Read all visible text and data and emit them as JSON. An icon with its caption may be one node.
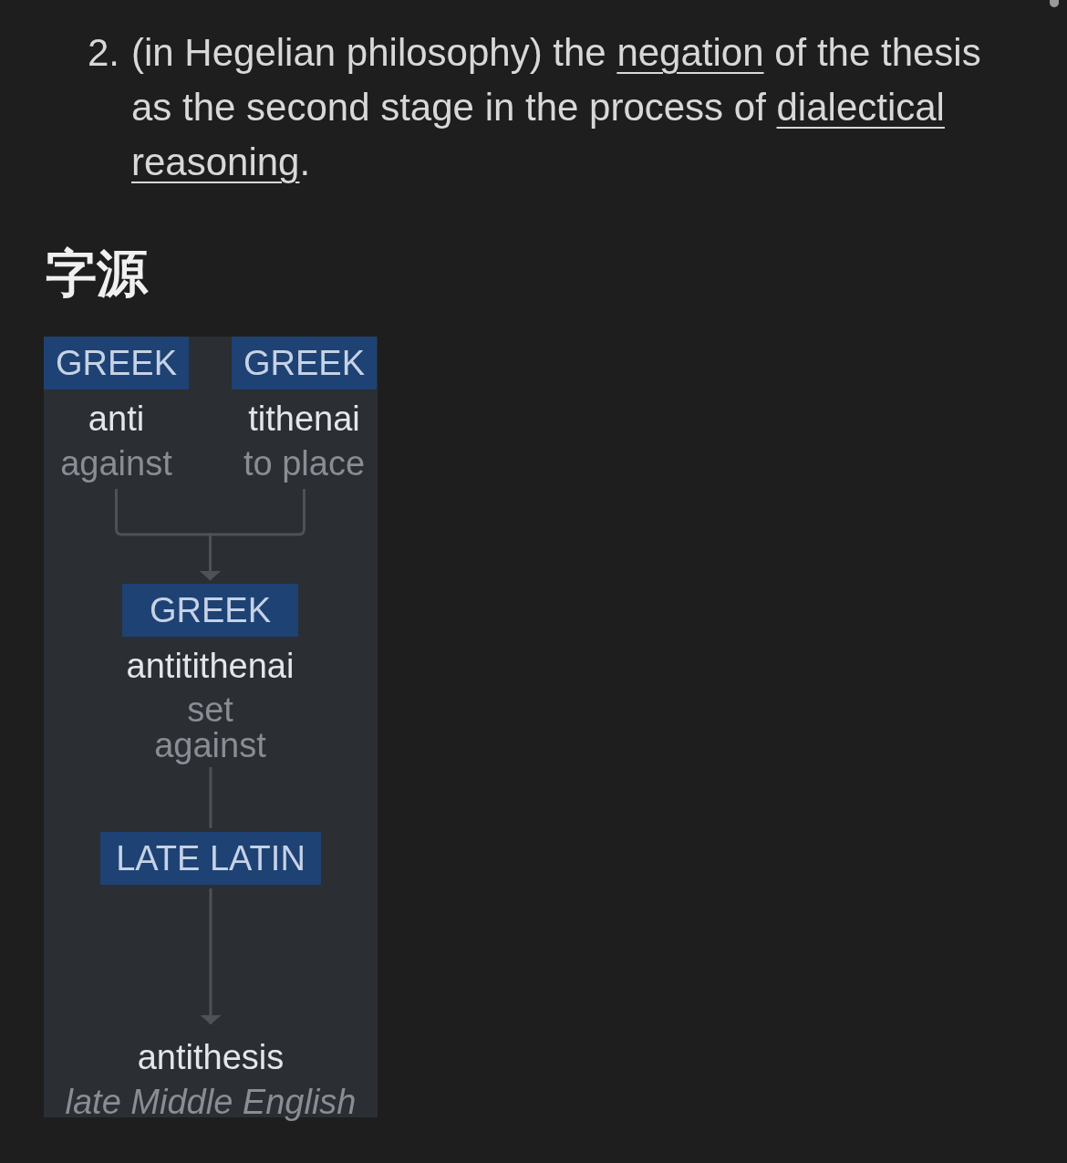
{
  "diagram": {
    "title": "字源",
    "nodes": [
      {
        "text": [
          "GREEK",
          "anti",
          "against"
        ]
      },
      {
        "text": [
          "GREEK",
          "tithenai",
          "to place"
        ]
      },
      {
        "text": [
          "GREEK",
          "antitithenai",
          "set against"
        ]
      },
      {
        "text": [
          "LATE LATIN"
        ]
      },
      {
        "text": [
          "antithesis",
          "late Middle English"
        ]
      }
    ],
    "edges": [
      {
        "from": 0,
        "to": 2,
        "arrow": "to"
      },
      {
        "from": 1,
        "to": 2,
        "arrow": "to"
      },
      {
        "from": 2,
        "to": 3,
        "arrow": "none"
      },
      {
        "from": 3,
        "to": 4,
        "arrow": "to"
      }
    ],
    "labels": [
      "2.",
      "(in Hegelian philosophy) the negation of the thesis as the second stage in the process of dialectical reasoning."
    ]
  }
}
